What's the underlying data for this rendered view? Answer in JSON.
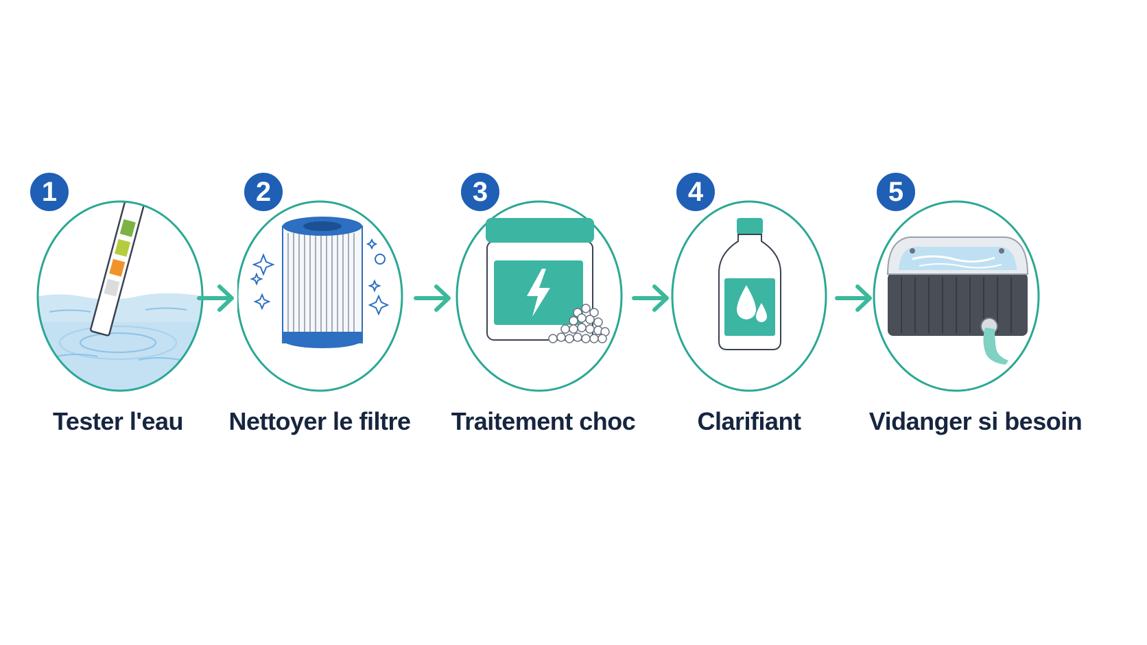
{
  "colors": {
    "circle_stroke": "#2aa893",
    "badge_fill": "#1f5fb5",
    "arrow": "#3bb99a",
    "label_text": "#17253f",
    "teal": "#3cb5a3",
    "water": "#bfe0f3",
    "filter_blue": "#2d6fc0",
    "tub_gray": "#4a4f57"
  },
  "steps": [
    {
      "number": "1",
      "label": "Tester l'eau",
      "icon": "test-strip-in-water-icon"
    },
    {
      "number": "2",
      "label": "Nettoyer le filtre",
      "icon": "filter-cartridge-icon"
    },
    {
      "number": "3",
      "label": "Traitement choc",
      "icon": "shock-treatment-jar-icon"
    },
    {
      "number": "4",
      "label": "Clarifiant",
      "icon": "clarifier-bottle-icon"
    },
    {
      "number": "5",
      "label": "Vidanger si besoin",
      "icon": "hot-tub-draining-icon"
    }
  ]
}
